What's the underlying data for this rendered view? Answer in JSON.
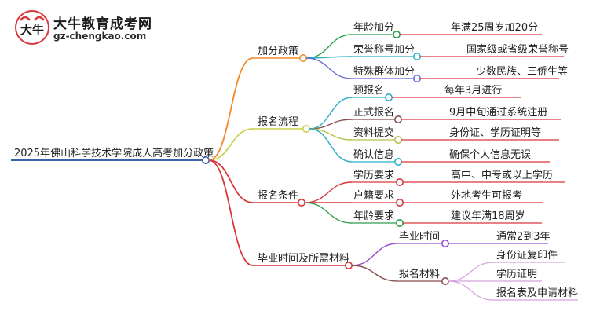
{
  "brand": {
    "title": "大牛教育成考网",
    "url": "gz-chengkao.com",
    "logo_glyph": "大牛"
  },
  "root": {
    "label": "2025年佛山科学技术学院成人高考加分政策",
    "color": "#3a62a7"
  },
  "branches": [
    {
      "label": "加分政策",
      "color": "#f08a2a",
      "children": [
        {
          "label": "年龄加分",
          "color": "#2e9d4c",
          "detail": "年满25周岁加20分",
          "detail_color": "#d9363a"
        },
        {
          "label": "荣誉称号加分",
          "color": "#2ab0c6",
          "detail": "国家级或省级荣誉称号",
          "detail_color": "#d9363a"
        },
        {
          "label": "特殊群体加分",
          "color": "#6a6ad6",
          "detail": "少数民族、三侨生等",
          "detail_color": "#d9363a"
        }
      ]
    },
    {
      "label": "报名流程",
      "color": "#c9d14a",
      "children": [
        {
          "label": "预报名",
          "color": "#2ab0c6",
          "detail": "每年3月进行",
          "detail_color": "#d9363a"
        },
        {
          "label": "正式报名",
          "color": "#8a4d4d",
          "detail": "9月中旬通过系统注册",
          "detail_color": "#d9363a"
        },
        {
          "label": "资料提交",
          "color": "#b8c24a",
          "detail": "身份证、学历证明等",
          "detail_color": "#d9363a"
        },
        {
          "label": "确认信息",
          "color": "#2ab0c6",
          "detail": "确保个人信息无误",
          "detail_color": "#d9363a"
        }
      ]
    },
    {
      "label": "报名条件",
      "color": "#d9363a",
      "children": [
        {
          "label": "学历要求",
          "color": "#d9363a",
          "detail": "高中、中专或以上学历",
          "detail_color": "#d9363a"
        },
        {
          "label": "户籍要求",
          "color": "#d9363a",
          "detail": "外地考生可报考",
          "detail_color": "#d9363a"
        },
        {
          "label": "年龄要求",
          "color": "#2e9d4c",
          "detail": "建议年满18周岁",
          "detail_color": "#d9363a"
        }
      ]
    },
    {
      "label": "毕业时间及所需材料",
      "color": "#d9363a",
      "children": [
        {
          "label": "毕业时间",
          "color": "#9b4fd0",
          "details": [
            "通常2到3年"
          ],
          "detail_color": "#9b4fd0"
        },
        {
          "label": "报名材料",
          "color": "#8a4d4d",
          "details": [
            "身份证复印件",
            "学历证明",
            "报名表及申请材料"
          ],
          "detail_color": "#d6a0e0"
        }
      ]
    }
  ]
}
